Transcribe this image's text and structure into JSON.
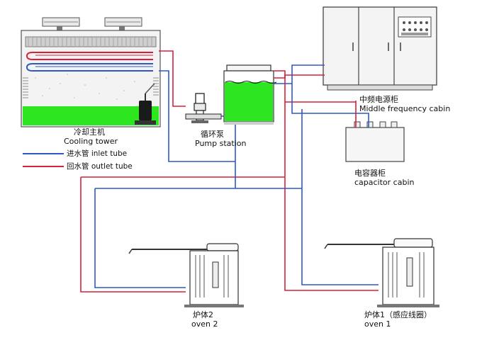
{
  "colors": {
    "inlet": "#2f57c8",
    "outlet": "#d8203a",
    "water": "#2ee61f",
    "equipment": "#444444"
  },
  "labels": {
    "cooling_tower_cn": "冷却主机",
    "cooling_tower_en": "Cooling tower",
    "pump_cn": "循环泵",
    "pump_en": "Pump station",
    "mf_cabin_cn": "中频电源柜",
    "mf_cabin_en": "Middle frequency cabin",
    "cap_cabin_cn": "电容器柜",
    "cap_cabin_en": "capacitor cabin",
    "oven2_cn": "炉体2",
    "oven2_en": "oven 2",
    "oven1_cn": "炉体1（感应线圈）",
    "oven1_en": "oven 1"
  },
  "legend": {
    "inlet": "进水管 inlet tube",
    "outlet": "回水管 outlet tube"
  }
}
